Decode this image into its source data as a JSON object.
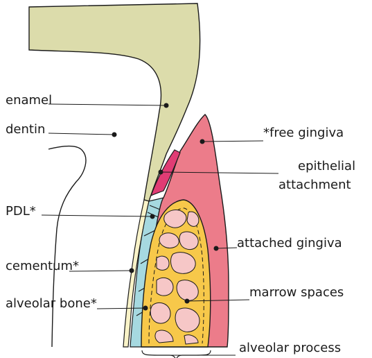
{
  "labels": {
    "enamel": "enamel",
    "dentin": "dentin",
    "pdl": "PDL*",
    "cementum": "cementum*",
    "alveolar_bone": "alveolar bone*",
    "free_gingiva": "*free gingiva",
    "epithelial_1": "epithelial",
    "epithelial_2": "attachment",
    "attached_gingiva": "attached gingiva",
    "marrow_spaces": "marrow spaces",
    "alveolar_process": "alveolar process"
  },
  "colors": {
    "enamel": "#dcdcab",
    "gingiva": "#ec7c8a",
    "epithelium": "#e03c74",
    "pdl": "#a6d9e0",
    "cementum": "#f9f3c8",
    "bone": "#f7c84a",
    "marrow": "#f6c7c7",
    "line": "#1a1a1a"
  }
}
